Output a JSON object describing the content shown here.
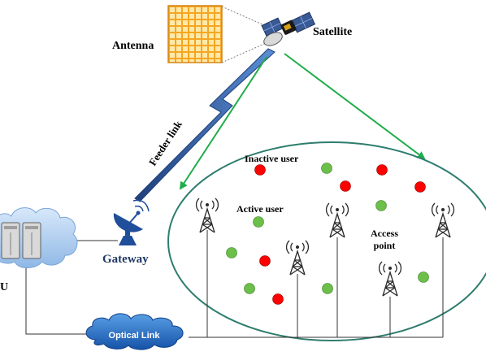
{
  "labels": {
    "antenna": "Antenna",
    "satellite": "Satellite",
    "feeder_link": "Feeder link",
    "gateway": "Gateway",
    "inactive_user": "Inactive user",
    "active_user": "Active user",
    "access_point": [
      "Access",
      "point"
    ],
    "optical_link": "Optical Link",
    "cu_fragment": "U"
  },
  "colors": {
    "inactive_user": "#ff0000",
    "active_user": "#6cc04a",
    "coverage_ellipse": "#2e7d6e",
    "beam_arrows": "#1fad4a",
    "antenna_panel": "#f5a623",
    "cloud_fill": "#1f6fcf",
    "gateway_blue": "#1f4e9a"
  },
  "icons": [
    "antenna-panel-icon",
    "satellite-icon",
    "gateway-dish-icon",
    "server-rack-icon",
    "cell-tower-icon",
    "cloud-icon"
  ]
}
